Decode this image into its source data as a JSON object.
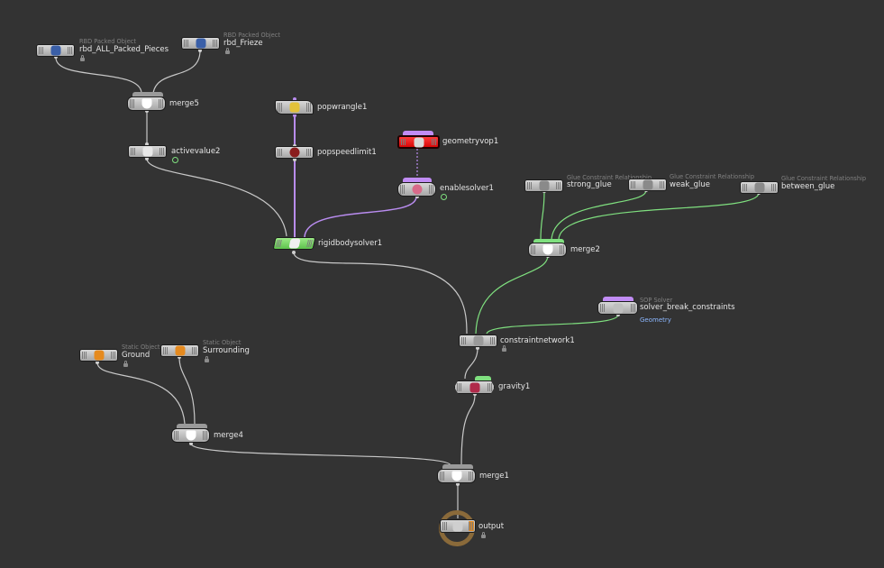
{
  "colors": {
    "background": "#333333",
    "wire_gray": "#c8c8c8",
    "wire_purple": "#b98cf0",
    "wire_green": "#7fe07f"
  },
  "nodes": {
    "rbd_all": {
      "label": "rbd_ALL_Packed_Pieces",
      "type": "RBD Packed Object",
      "icon": "packed-object-icon"
    },
    "rbd_frieze": {
      "label": "rbd_Frieze",
      "type": "RBD Packed Object",
      "icon": "packed-object-icon"
    },
    "merge5": {
      "label": "merge5",
      "icon": "merge-icon"
    },
    "activevalue2": {
      "label": "activevalue2",
      "icon": "active-value-icon"
    },
    "popwrangle1": {
      "label": "popwrangle1",
      "icon": "wrangle-icon"
    },
    "popspeedlimit1": {
      "label": "popspeedlimit1",
      "icon": "speed-limit-icon"
    },
    "geometryvop1": {
      "label": "geometryvop1",
      "icon": "vop-icon"
    },
    "enablesolver1": {
      "label": "enablesolver1",
      "icon": "enable-solver-icon"
    },
    "rigidbodysolver1": {
      "label": "rigidbodysolver1",
      "icon": "rigid-body-solver-icon"
    },
    "strong_glue": {
      "label": "strong_glue",
      "type": "Glue Constraint Relationship",
      "icon": "glue-constraint-icon"
    },
    "weak_glue": {
      "label": "weak_glue",
      "type": "Glue Constraint Relationship",
      "icon": "glue-constraint-icon"
    },
    "between_glue": {
      "label": "between_glue",
      "type": "Glue Constraint Relationship",
      "icon": "glue-constraint-icon"
    },
    "merge2": {
      "label": "merge2",
      "icon": "merge-icon"
    },
    "solver_break": {
      "label": "solver_break_constraints",
      "type": "SOP Solver",
      "sublabel": "Geometry",
      "icon": "sop-solver-icon"
    },
    "constraintnetwork1": {
      "label": "constraintnetwork1",
      "icon": "constraint-network-icon"
    },
    "gravity1": {
      "label": "gravity1",
      "icon": "gravity-icon"
    },
    "ground": {
      "label": "Ground",
      "type": "Static Object",
      "icon": "static-object-icon"
    },
    "surrounding": {
      "label": "Surrounding",
      "type": "Static Object",
      "icon": "static-object-icon"
    },
    "merge4": {
      "label": "merge4",
      "icon": "merge-icon"
    },
    "merge1": {
      "label": "merge1",
      "icon": "merge-icon"
    },
    "output": {
      "label": "output",
      "icon": "output-icon"
    }
  }
}
